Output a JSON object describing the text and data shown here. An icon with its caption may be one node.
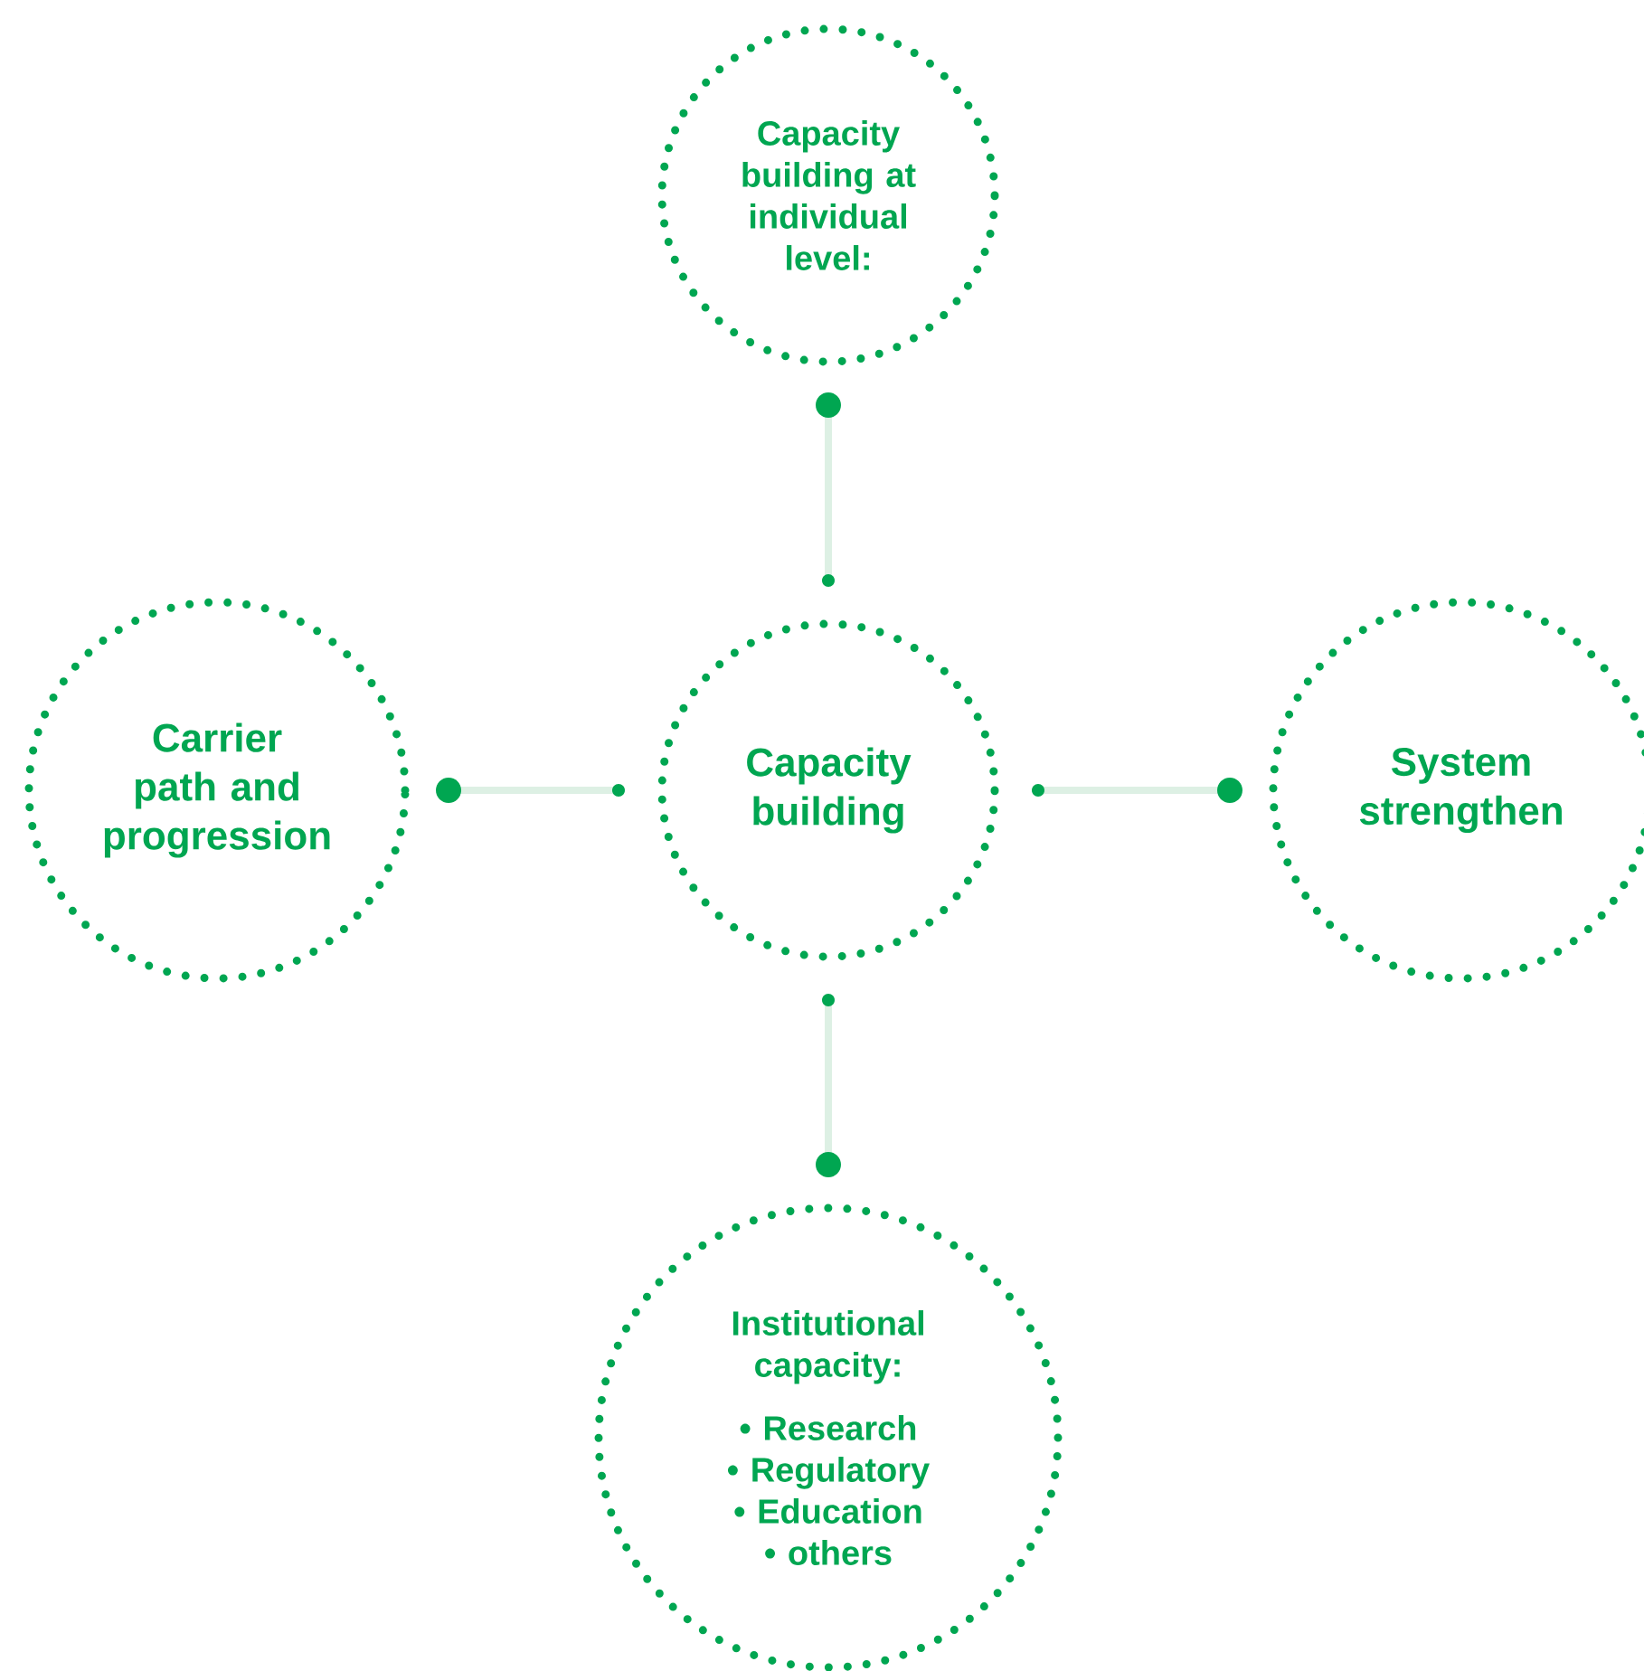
{
  "diagram": {
    "nodes": [
      {
        "text": [
          "Capacity building at individual level:"
        ]
      },
      {
        "text": [
          "Carrier path and progression"
        ]
      },
      {
        "text": [
          "Capacity building"
        ]
      },
      {
        "text": [
          "System strengthen"
        ]
      },
      {
        "text": [
          "Institutional capacity:",
          "• Research",
          "• Regulatory",
          "• Education",
          "• others"
        ]
      }
    ],
    "edges": [
      {
        "from": 2,
        "to": 0,
        "arrow": "other"
      },
      {
        "from": 2,
        "to": 1,
        "arrow": "other"
      },
      {
        "from": 2,
        "to": 3,
        "arrow": "other"
      },
      {
        "from": 2,
        "to": 4,
        "arrow": "other"
      }
    ]
  }
}
